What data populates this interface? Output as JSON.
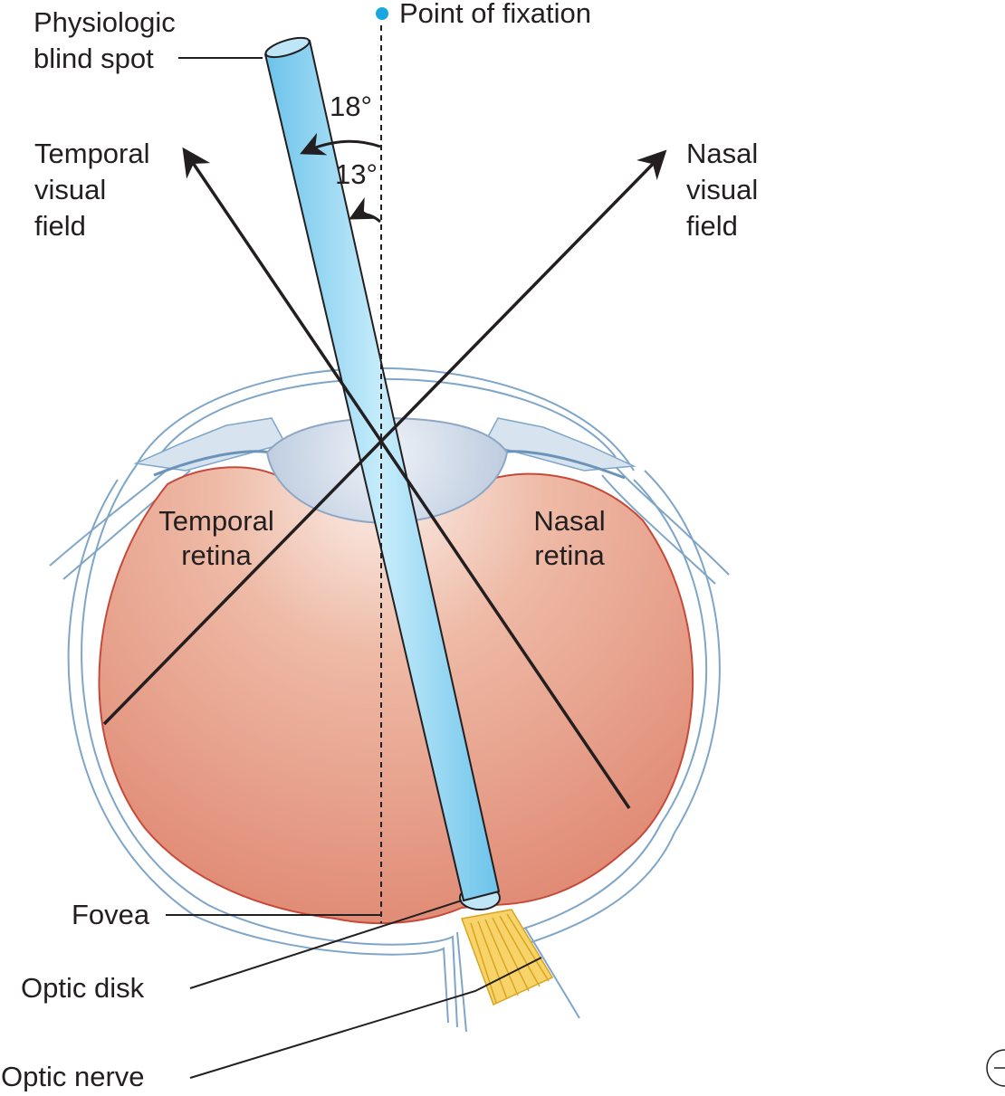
{
  "labels": {
    "point_of_fixation": "Point of fixation",
    "physiologic_blind_spot_1": "Physiologic",
    "physiologic_blind_spot_2": "blind spot",
    "angle_18": "18°",
    "angle_13": "13°",
    "temporal_visual_field_1": "Temporal",
    "temporal_visual_field_2": "visual",
    "temporal_visual_field_3": "field",
    "nasal_visual_field_1": "Nasal",
    "nasal_visual_field_2": "visual",
    "nasal_visual_field_3": "field",
    "temporal_retina_1": "Temporal",
    "temporal_retina_2": "retina",
    "nasal_retina_1": "Nasal",
    "nasal_retina_2": "retina",
    "fovea": "Fovea",
    "optic_disk": "Optic disk",
    "optic_nerve": "Optic nerve"
  },
  "colors": {
    "fixation_point": "#1aa7e0",
    "blind_spot_beam": "#8fd3f0",
    "retina_light": "#f8e6de",
    "retina_dark": "#e08a70",
    "lens": "#c9d6e6",
    "eye_outline": "#7fa6c8",
    "optic_nerve": "#f5c842",
    "ray": "#231f20"
  },
  "icons": {
    "corner_mark": "crosshair-arc-icon"
  }
}
